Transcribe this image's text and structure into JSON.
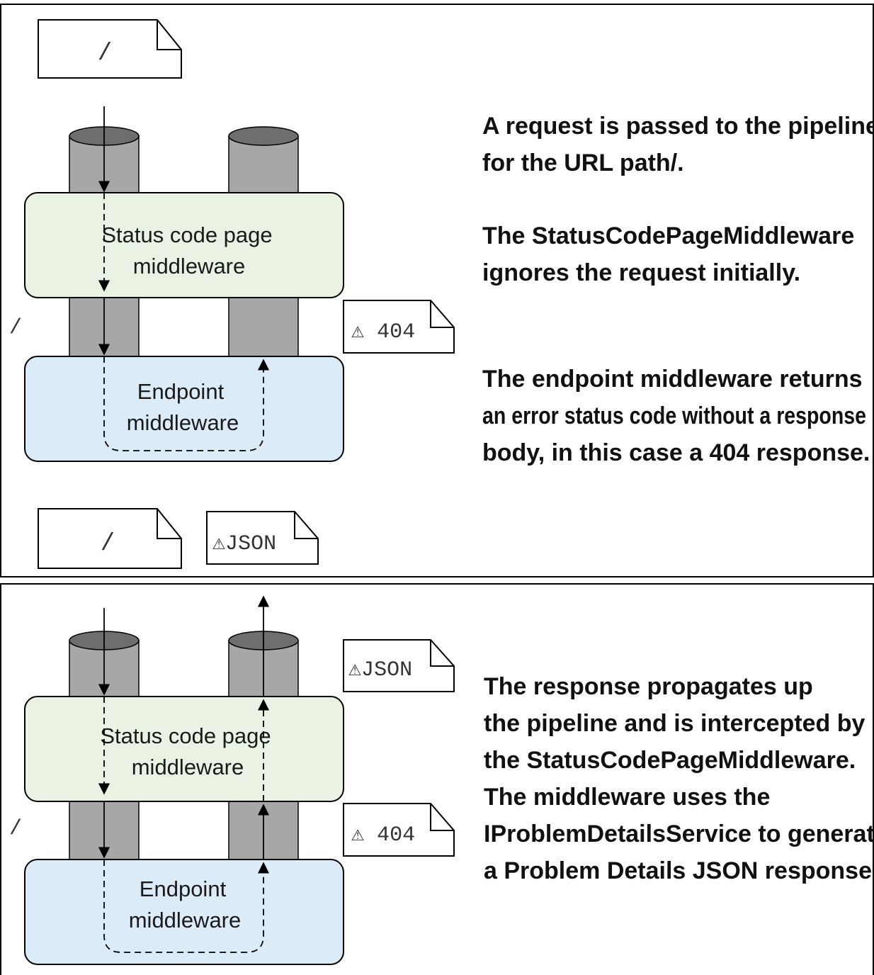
{
  "colors": {
    "status_box": "#e9f2e3",
    "endpoint_box": "#dcebf8",
    "pillar": "#a7a7a7",
    "pillar_top": "#6e6e6e",
    "stroke": "#000000"
  },
  "panel1": {
    "request_path": "/",
    "side_path": "/",
    "status_middleware_label": [
      "Status code page",
      "middleware"
    ],
    "endpoint_middleware_label": [
      "Endpoint",
      "middleware"
    ],
    "badge_404": "⚠ 404",
    "bottom_request_path": "/",
    "bottom_json_badge": "⚠JSON",
    "descriptions": [
      [
        "A request is passed to the pipeline",
        "for the URL path/."
      ],
      [
        "The StatusCodePageMiddleware",
        "ignores the request initially."
      ],
      [
        "The endpoint middleware returns",
        "an error status code without a response",
        "body, in this case a 404 response."
      ]
    ]
  },
  "panel2": {
    "side_path": "/",
    "status_middleware_label": [
      "Status code page",
      "middleware"
    ],
    "endpoint_middleware_label": [
      "Endpoint",
      "middleware"
    ],
    "badge_json": "⚠JSON",
    "badge_404": "⚠ 404",
    "description": [
      "The response propagates up",
      "the pipeline and is intercepted by",
      "the StatusCodePageMiddleware.",
      "The middleware uses the",
      "IProblemDetailsService to generate",
      "a Problem Details JSON response."
    ]
  }
}
